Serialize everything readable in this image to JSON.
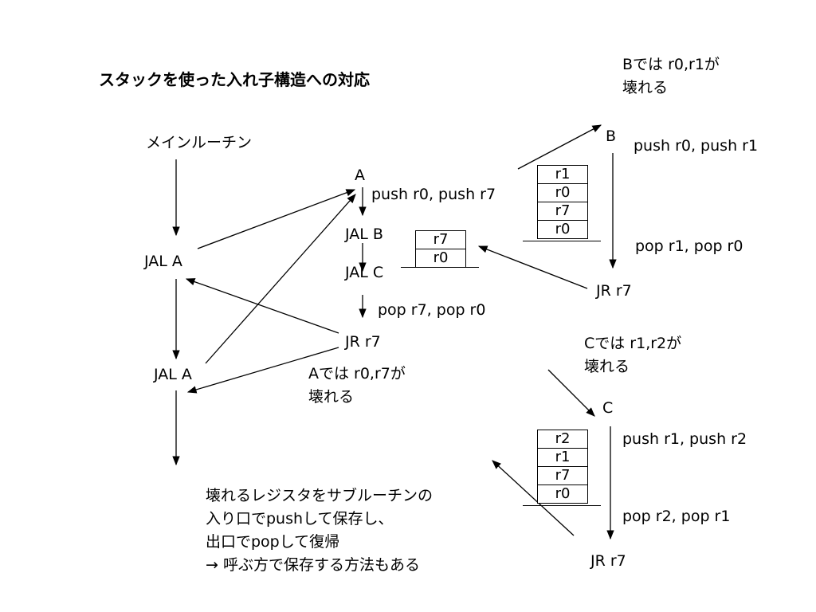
{
  "title": "スタックを使った入れ子構造への対応",
  "main_routine": {
    "label": "メインルーチン",
    "call1": "JAL A",
    "call2": "JAL A"
  },
  "routine_a": {
    "name": "A",
    "entry": "push r0, push r7",
    "call_b": "JAL B",
    "call_c": "JAL C",
    "exit": "pop r7, pop r0",
    "ret": "JR r7",
    "note": "Aでは r0,r7が\n壊れる",
    "stack": [
      "r7",
      "r0"
    ]
  },
  "routine_b": {
    "name": "B",
    "entry": "push r0, push r1",
    "exit": "pop r1, pop r0",
    "ret": "JR r7",
    "note": "Bでは r0,r1が\n壊れる",
    "stack": [
      "r1",
      "r0",
      "r7",
      "r0"
    ]
  },
  "routine_c": {
    "name": "C",
    "entry": "push r1, push r2",
    "exit": "pop r2, pop r1",
    "ret": "JR r7",
    "note": "Cでは r1,r2が\n壊れる",
    "stack": [
      "r2",
      "r1",
      "r7",
      "r0"
    ]
  },
  "summary": "壊れるレジスタをサブルーチンの\n入り口でpushして保存し、\n出口でpopして復帰\n→  呼ぶ方で保存する方法もある"
}
